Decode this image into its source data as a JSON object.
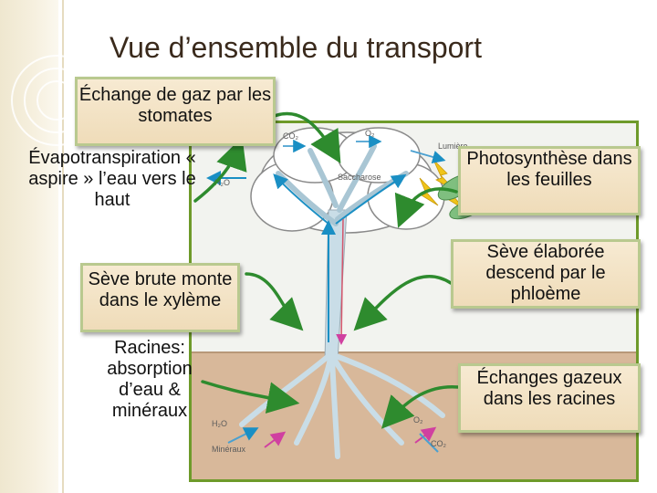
{
  "title": "Vue d’ensemble du transport",
  "labels": {
    "gas_exchange": "Échange de gaz par les stomates",
    "evapotranspiration": "Évapotranspiration « aspire » l’eau vers le haut",
    "raw_sap": "Sève brute monte dans le xylème",
    "roots": "Racines: absorption d’eau & minéraux",
    "photosynthesis": "Photosynthèse dans les feuilles",
    "elaborated_sap": "Sève élaborée descend par le phloème",
    "root_gas": "Échanges gazeux dans les racines"
  },
  "figure": {
    "co2": "CO₂",
    "o2": "O₂",
    "h2o": "H₂O",
    "lumiere": "Lumière",
    "saccharose": "Saccharose",
    "h2o_bottom": "H₂O",
    "mineraux": "Minéraux",
    "o2_bottom": "O₂",
    "co2_bottom": "CO₂"
  },
  "colors": {
    "arrow": "#2e8b2e",
    "frame": "#6e9a2a",
    "soil": "#d8b89a",
    "trunk": "#c9dde7",
    "xylem": "#1a8fc4",
    "lightning": "#f0c419"
  }
}
